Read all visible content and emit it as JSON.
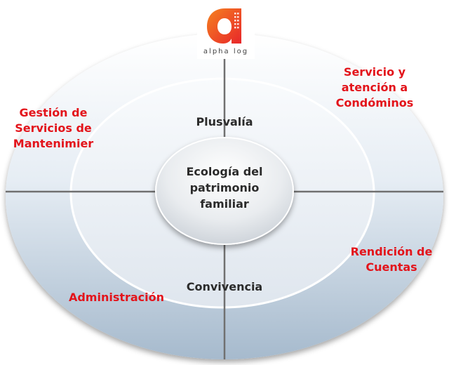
{
  "logo": {
    "text": "alpha log",
    "colors": {
      "orange": "#f58220",
      "red": "#e8262a"
    }
  },
  "center": {
    "label": "Ecología del\npatrimonio\nfamiliar"
  },
  "middle_ring": {
    "top_label": "Plusvalía",
    "bottom_label": "Convivencia"
  },
  "quadrants": {
    "top_left": "Gestión de\nServicios de\nMantenimier",
    "top_right": "Servicio y\natención a\nCondóminos",
    "bottom_left": "Administración",
    "bottom_right": "Rendición de\nCuentas"
  },
  "colors": {
    "quadrant_text": "#e3141b",
    "center_text": "#2b2b2b",
    "outer_fill_top": "#ffffff",
    "outer_fill_bottom": "#a9bccf",
    "axis": "#707070"
  }
}
